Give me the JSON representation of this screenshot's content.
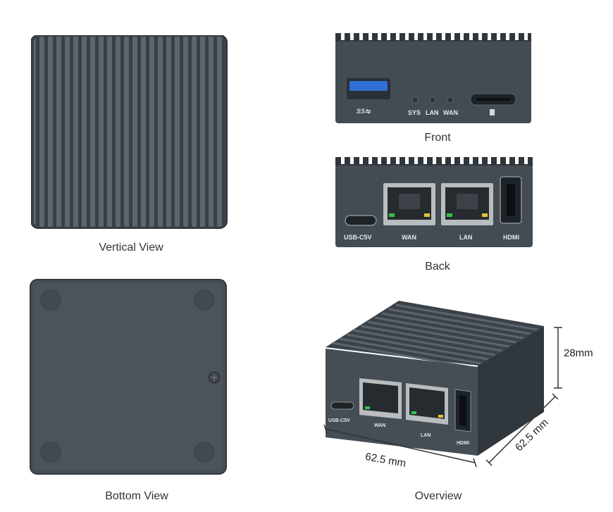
{
  "captions": {
    "vertical": "Vertical View",
    "front": "Front",
    "back": "Back",
    "bottom": "Bottom View",
    "overview": "Overview"
  },
  "front_labels": {
    "usb3": "SS⇆",
    "sys": "SYS",
    "lan": "LAN",
    "wan": "WAN"
  },
  "back_labels": {
    "usbc": "USB-C5V",
    "wan": "WAN",
    "lan": "LAN",
    "hdmi": "HDMI"
  },
  "overview_labels": {
    "usbc": "USB-C5V",
    "wan": "WAN",
    "lan": "LAN",
    "hdmi": "HDMI"
  },
  "dimensions": {
    "height": "28mm",
    "width": "62.5 mm",
    "depth": "62.5 mm"
  },
  "colors": {
    "body": "#3f474f",
    "fin_light": "#6d757d",
    "fin_dark": "#343b42",
    "port_metal": "#b9bdbf",
    "led_green": "#33c24d",
    "led_yellow": "#e5c233",
    "usb_blue": "#2f6fd6"
  }
}
